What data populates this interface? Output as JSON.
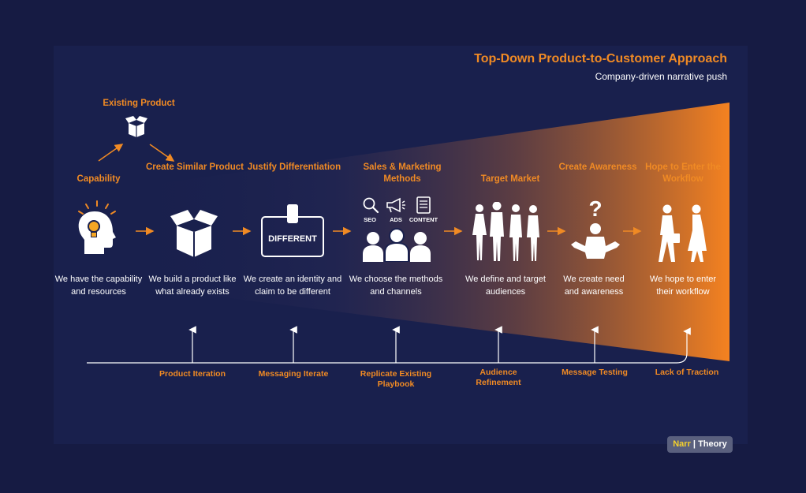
{
  "header": {
    "title": "Top-Down Product-to-Customer Approach",
    "subtitle": "Company-driven narrative push"
  },
  "existing_product": {
    "label": "Existing Product"
  },
  "steps": [
    {
      "title": "Capability",
      "description": "We have the capability and resources"
    },
    {
      "title": "Create Similar Product",
      "description": "We build a product like what already exists"
    },
    {
      "title": "Justify Differentiation",
      "description": "We create an identity and claim to be different",
      "badge_text": "DIFFERENT"
    },
    {
      "title": "Sales & Marketing Methods",
      "description": "We choose the methods and channels",
      "channels": [
        "SEO",
        "ADS",
        "CONTENT"
      ]
    },
    {
      "title": "Target Market",
      "description": "We define and target audiences"
    },
    {
      "title": "Create Awareness",
      "description": "We create need and awareness"
    },
    {
      "title": "Hope to Enter the Workflow",
      "description": "We hope to enter their workflow"
    }
  ],
  "feedback_labels": [
    "Product Iteration",
    "Messaging Iterate",
    "Replicate Existing Playbook",
    "Audience Refinement",
    "Message Testing",
    "Lack of Traction"
  ],
  "brand": {
    "name": "Narr",
    "separator": "|",
    "suffix": "Theory"
  },
  "colors": {
    "background": "#161b43",
    "accent": "#f08a24",
    "text": "#ffffff",
    "logo_bg": "#5a607e",
    "logo_accent": "#f5d12b"
  }
}
